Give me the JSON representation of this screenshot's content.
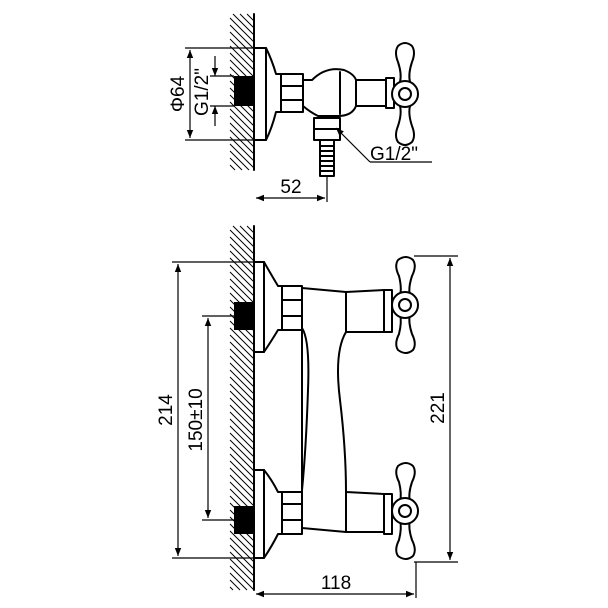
{
  "dimensions": {
    "top_view": {
      "flange_diameter": "Φ64",
      "inlet_thread": "G1/2\"",
      "outlet_thread": "G1/2\"",
      "projection": "52"
    },
    "front_view": {
      "overall_height": "214",
      "inlet_spacing": "150±10",
      "handle_height": "221",
      "depth": "118"
    }
  },
  "colors": {
    "line": "#000000",
    "background": "#ffffff"
  }
}
